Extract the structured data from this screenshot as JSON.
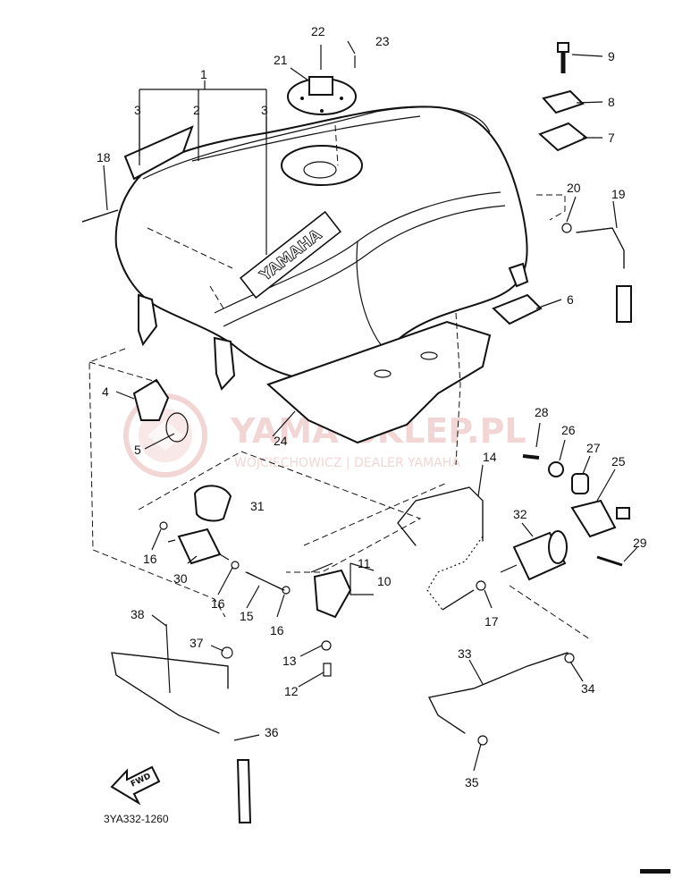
{
  "diagram_code": "3YA332-1260",
  "watermark": {
    "brand": "YAMA-SKLEP.PL",
    "tagline": "WOJCIECHOWICZ | DEALER YAMAHA"
  },
  "tank_badge": "YAMAHA",
  "fwd_label": "FWD",
  "callouts": [
    {
      "id": "c1",
      "number": "1"
    },
    {
      "id": "c2",
      "number": "2"
    },
    {
      "id": "c3a",
      "number": "3"
    },
    {
      "id": "c3b",
      "number": "3"
    },
    {
      "id": "c4",
      "number": "4"
    },
    {
      "id": "c5",
      "number": "5"
    },
    {
      "id": "c6",
      "number": "6"
    },
    {
      "id": "c7",
      "number": "7"
    },
    {
      "id": "c8",
      "number": "8"
    },
    {
      "id": "c9",
      "number": "9"
    },
    {
      "id": "c10",
      "number": "10"
    },
    {
      "id": "c11",
      "number": "11"
    },
    {
      "id": "c12",
      "number": "12"
    },
    {
      "id": "c13",
      "number": "13"
    },
    {
      "id": "c14",
      "number": "14"
    },
    {
      "id": "c15",
      "number": "15"
    },
    {
      "id": "c16a",
      "number": "16"
    },
    {
      "id": "c16b",
      "number": "16"
    },
    {
      "id": "c16c",
      "number": "16"
    },
    {
      "id": "c17",
      "number": "17"
    },
    {
      "id": "c18",
      "number": "18"
    },
    {
      "id": "c19",
      "number": "19"
    },
    {
      "id": "c20",
      "number": "20"
    },
    {
      "id": "c21",
      "number": "21"
    },
    {
      "id": "c22",
      "number": "22"
    },
    {
      "id": "c23",
      "number": "23"
    },
    {
      "id": "c24",
      "number": "24"
    },
    {
      "id": "c25",
      "number": "25"
    },
    {
      "id": "c26",
      "number": "26"
    },
    {
      "id": "c27",
      "number": "27"
    },
    {
      "id": "c28",
      "number": "28"
    },
    {
      "id": "c29",
      "number": "29"
    },
    {
      "id": "c30",
      "number": "30"
    },
    {
      "id": "c31",
      "number": "31"
    },
    {
      "id": "c32",
      "number": "32"
    },
    {
      "id": "c33",
      "number": "33"
    },
    {
      "id": "c34",
      "number": "34"
    },
    {
      "id": "c35",
      "number": "35"
    },
    {
      "id": "c36",
      "number": "36"
    },
    {
      "id": "c37",
      "number": "37"
    },
    {
      "id": "c38",
      "number": "38"
    }
  ]
}
